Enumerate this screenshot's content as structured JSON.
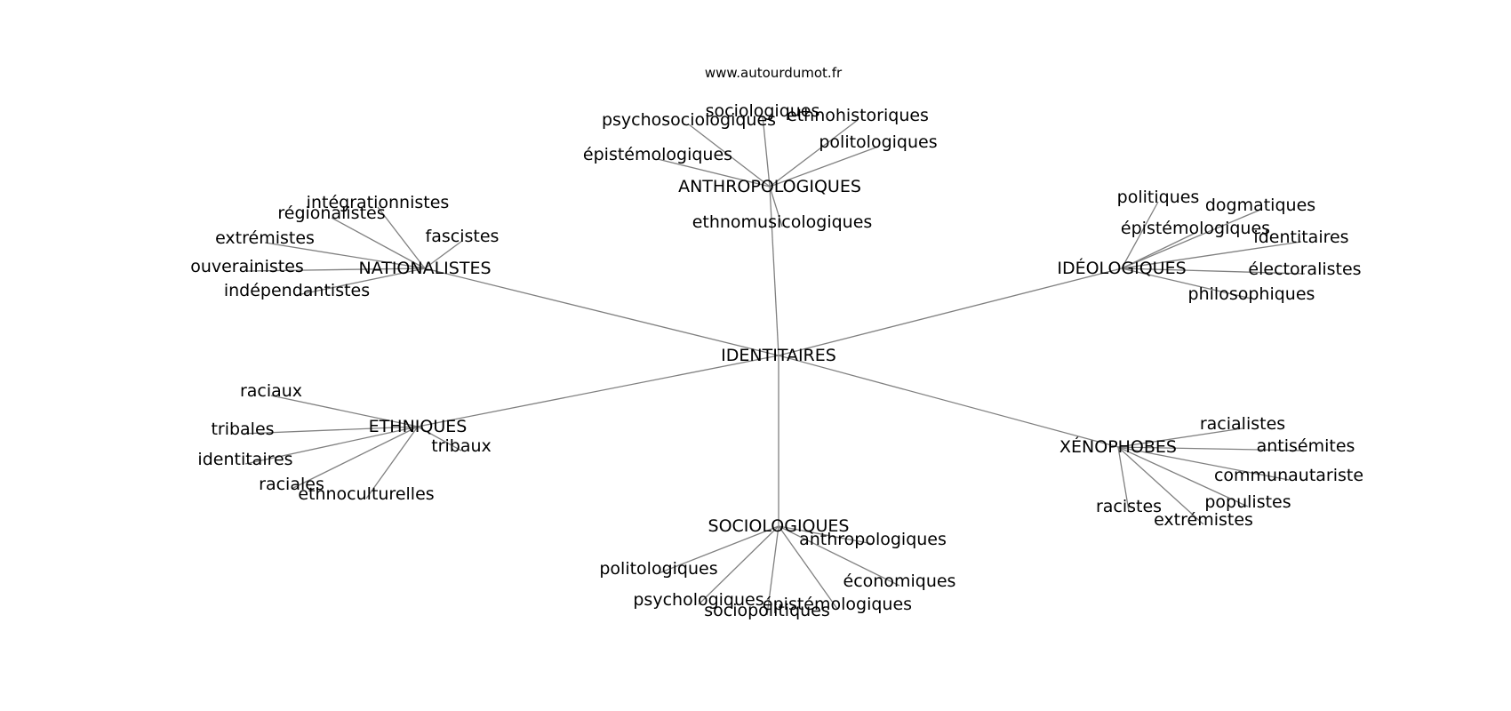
{
  "site_label": "www.autourdumot.fr",
  "center": "IDENTITAIRES",
  "groups": [
    {
      "name": "ANTHROPOLOGIQUES",
      "words": [
        "sociologiques",
        "ethnohistoriques",
        "psychosociologiques",
        "politologiques",
        "épistémologiques",
        "ethnomusicologiques"
      ]
    },
    {
      "name": "NATIONALISTES",
      "words": [
        "intégrationnistes",
        "régionalistes",
        "fascistes",
        "extrémistes",
        "ouverainistes",
        "indépendantistes"
      ]
    },
    {
      "name": "IDÉOLOGIQUES",
      "words": [
        "politiques",
        "dogmatiques",
        "épistémologiques",
        "identitaires",
        "électoralistes",
        "philosophiques"
      ]
    },
    {
      "name": "ETHNIQUES",
      "words": [
        "raciaux",
        "tribales",
        "tribaux",
        "identitaires",
        "raciales",
        "ethnoculturelles"
      ]
    },
    {
      "name": "XÉNOPHOBES",
      "words": [
        "racialistes",
        "antisémites",
        "communautariste",
        "populistes",
        "racistes",
        "extrémistes"
      ]
    },
    {
      "name": "SOCIOLOGIQUES",
      "words": [
        "anthropologiques",
        "politologiques",
        "économiques",
        "psychologiques",
        "épistémologiques",
        "sociopolitiques"
      ]
    }
  ]
}
